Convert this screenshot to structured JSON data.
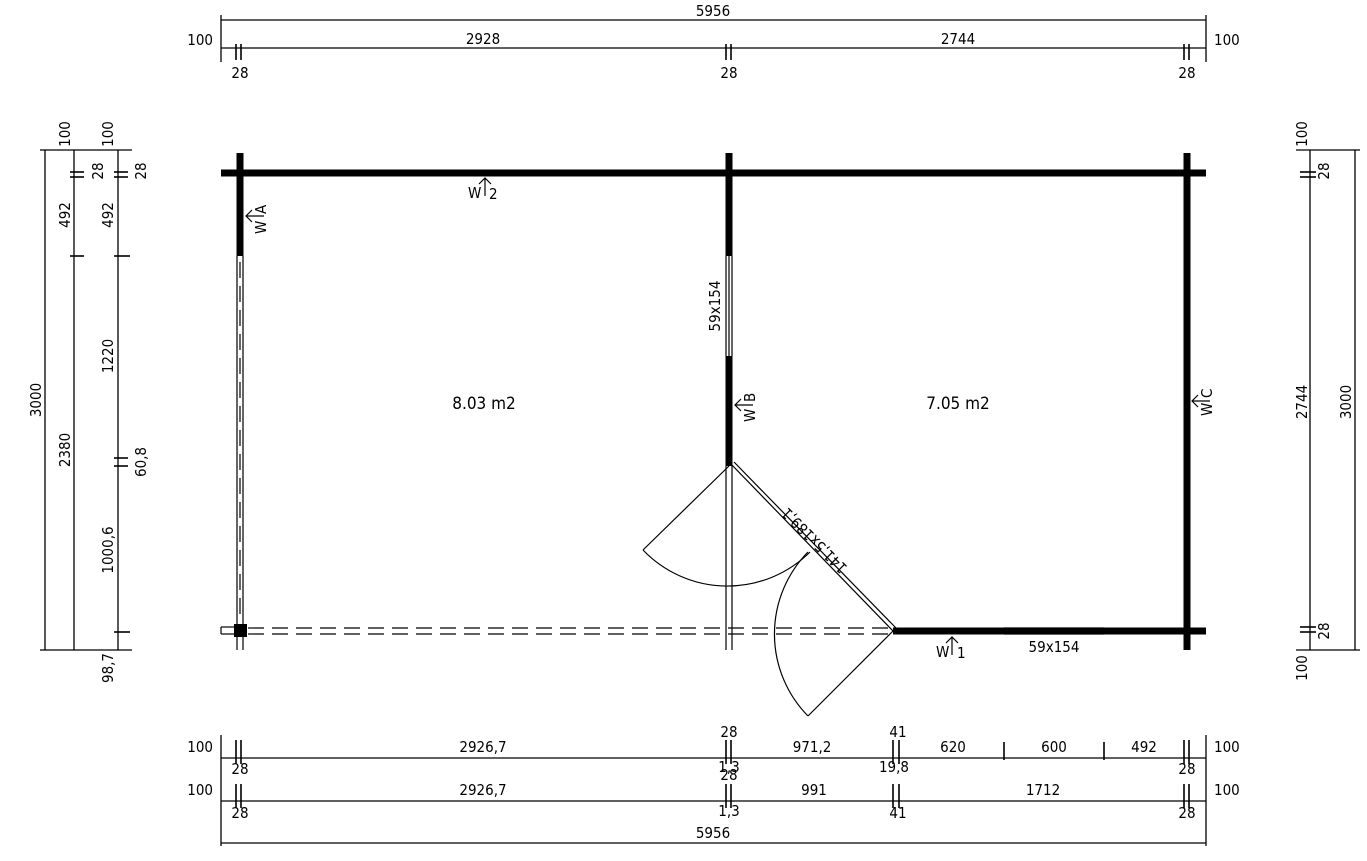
{
  "top_dimensions": {
    "overall": "5956",
    "overhang_left": "100",
    "overhang_right": "100",
    "span_left": "2928",
    "span_right": "2744",
    "wall_left": "28",
    "wall_mid": "28",
    "wall_right": "28"
  },
  "left_dimensions": {
    "outer_total": "3000",
    "overhang_a": "100",
    "overhang_b": "100",
    "wall_a": "28",
    "wall_b": "28",
    "seg_a_top": "492",
    "seg_b_top": "492",
    "seg_a_main": "2380",
    "seg_b_window": "1220",
    "seg_b_gap": "60,8",
    "seg_b_low": "1000,6",
    "seg_b_bottom": "98,7"
  },
  "right_dimensions": {
    "overhang_top": "100",
    "wall_top": "28",
    "inner": "2744",
    "outer": "3000",
    "wall_bottom": "28",
    "overhang_bottom": "100"
  },
  "bottom_dimensions": {
    "row1": {
      "overhang_left": "100",
      "wall_left": "28",
      "span_left": "2926,7",
      "wall_mid_top": "28",
      "wall_mid_low": "1,3",
      "span_door": "971,2",
      "wall_door_top": "41",
      "wall_door_low": "19,8",
      "seg_620": "620",
      "seg_600": "600",
      "seg_492": "492",
      "wall_right": "28",
      "overhang_right": "100"
    },
    "row2": {
      "overhang_left": "100",
      "wall_left": "28",
      "span_left": "2926,7",
      "wall_mid_top": "28",
      "wall_mid_low": "1,3",
      "span_door": "991",
      "wall_door": "41",
      "span_right": "1712",
      "wall_right": "28",
      "overhang_right": "100"
    },
    "overall": "5956"
  },
  "rooms": [
    {
      "area": "8.03 m2"
    },
    {
      "area": "7.05 m2"
    }
  ],
  "wall_markers": {
    "w2": "W",
    "w2_num": "2",
    "wa": "W",
    "wa_letter": "A",
    "wb": "W",
    "wb_letter": "B",
    "wc": "W",
    "wc_letter": "C",
    "w1": "W",
    "w1_num": "1"
  },
  "opening_labels": {
    "partition_window": "59x154",
    "front_window": "59x154",
    "double_door": "141,5x189,1"
  }
}
